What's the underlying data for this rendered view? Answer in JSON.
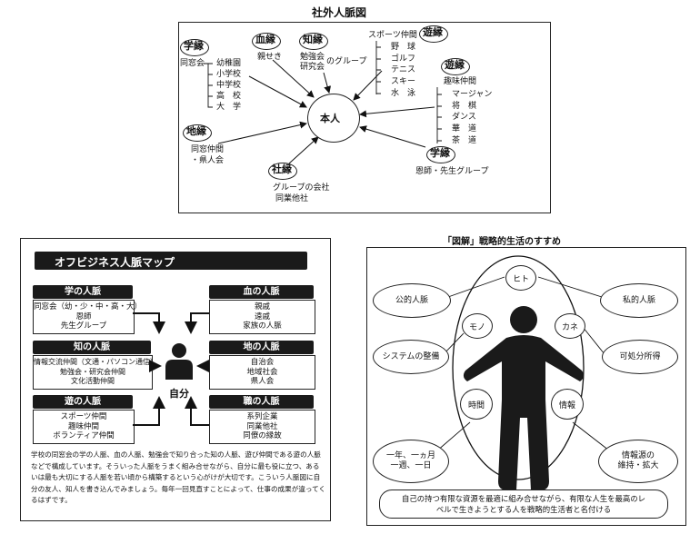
{
  "top": {
    "title": "社外人脈図",
    "center": "本人",
    "groups": {
      "gakuen1": {
        "tag": "学縁",
        "lines": [
          "同窓会"
        ],
        "items": [
          "幼稚園",
          "小学校",
          "中学校",
          "高　校",
          "大　学"
        ]
      },
      "ketsuen": {
        "tag": "血縁",
        "lines": [
          "親せき"
        ]
      },
      "chien1": {
        "tag": "知縁",
        "lines": [
          "勉強会",
          "研究会"
        ],
        "suffix": "のグループ"
      },
      "yuen1": {
        "tag": "遊縁",
        "header": "スポーツ仲間",
        "items": [
          "野　球",
          "ゴルフ",
          "テニス",
          "スキー",
          "水　泳"
        ]
      },
      "yuen2": {
        "tag": "遊縁",
        "header": "趣味仲間",
        "items": [
          "マージャン",
          "将　棋",
          "ダンス",
          "華　道",
          "茶　道"
        ]
      },
      "chien2": {
        "tag": "地縁",
        "lines": [
          "同窓仲間",
          "・県人会"
        ]
      },
      "shaen": {
        "tag": "社縁",
        "lines": [
          "グループの会社",
          "同業他社"
        ]
      },
      "gakuen2": {
        "tag": "学縁",
        "lines": [
          "恩師・先生グループ"
        ]
      }
    }
  },
  "left": {
    "title": "オフビジネス人脈マップ",
    "center": "自分",
    "cards": {
      "gaku": {
        "title": "学の人脈",
        "lines": [
          "同窓会（幼・少・中・高・大）",
          "恩師",
          "先生グループ"
        ]
      },
      "chi": {
        "title": "知の人脈",
        "lines": [
          "情報交流仲間（文通・パソコン通信）",
          "勉強会・研究会仲間",
          "文化活動仲間"
        ]
      },
      "yu": {
        "title": "遊の人脈",
        "lines": [
          "スポーツ仲間",
          "趣味仲間",
          "ボランティア仲間"
        ]
      },
      "ketsu": {
        "title": "血の人脈",
        "lines": [
          "親戚",
          "遠戚",
          "家族の人脈"
        ]
      },
      "ji": {
        "title": "地の人脈",
        "lines": [
          "自治会",
          "地域社会",
          "県人会"
        ]
      },
      "shoku": {
        "title": "職の人脈",
        "lines": [
          "系列企業",
          "同業他社",
          "同僚の縁故"
        ]
      }
    },
    "body": [
      "学校の同窓会の学の人脈、血の人脈、勉強会で知り合った知の人脈、遊び仲間である遊の人脈",
      "などで構成しています。そういった人脈をうまく組み合せながら、自分に最も役に立つ、ある",
      "いは最も大切にする人脈を若い頃から構築するという心がけが大切です。こういう人脈図に自",
      "分の友人、知人を書き込んでみましょう。毎年一回見直すことによって、仕事の成果が違ってく",
      "るはずです。"
    ]
  },
  "right": {
    "title": "「図解」戦略的生活のすすめ",
    "inner": {
      "hito": "ヒト",
      "mono": "モノ",
      "kane": "カネ",
      "jikan": "時間",
      "joho": "情報"
    },
    "outer": {
      "koteki": [
        "公的人脈"
      ],
      "shiteki": [
        "私的人脈"
      ],
      "system": [
        "システムの整備"
      ],
      "kasho": [
        "可処分所得"
      ],
      "ichinen": [
        "一年、一ヵ月",
        "一週、一日"
      ],
      "johogen": [
        "情報源の",
        "維持・拡大"
      ]
    },
    "footer": [
      "自己の持つ有限な資源を最適に組み合せながら、有限な人生を最高のレ",
      "ベルで生きようとする人を戦略的生活者と名付ける"
    ]
  }
}
